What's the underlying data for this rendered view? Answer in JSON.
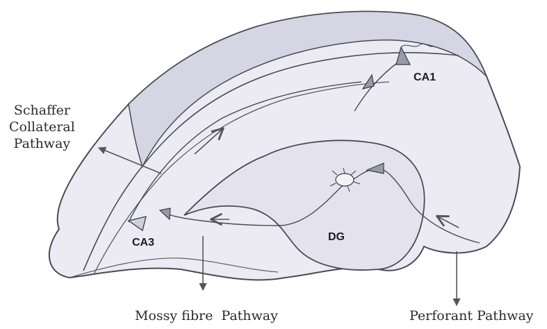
{
  "labels": {
    "schaffer": [
      "Schaffer",
      "Collateral",
      "Pathway"
    ],
    "ca1": "CA1",
    "ca3": "CA3",
    "dg": "DG",
    "mossy": "Mossy fibre  Pathway",
    "perforant": "Perforant Pathway"
  },
  "colors": {
    "outline": "#4a4a55",
    "fill": "#ecebf4",
    "fill_dark": "#d6d5e4",
    "text": "#2b2b2b"
  }
}
